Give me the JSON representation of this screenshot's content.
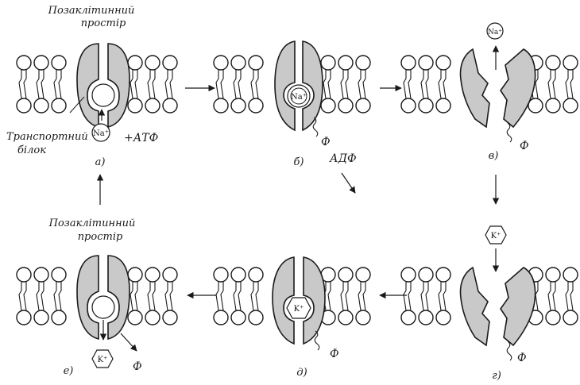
{
  "title_top": {
    "line1": "Позаклітинний",
    "line2": "простір"
  },
  "title_bottom": {
    "line1": "Позаклітинний",
    "line2": "простір"
  },
  "transport_protein": {
    "line1": "Транспортний",
    "line2": "білок"
  },
  "atp": "+АТФ",
  "adp": "АДФ",
  "phosphate": "Ф",
  "ions": {
    "na": "Na⁺",
    "k": "K⁺"
  },
  "stages": [
    "а)",
    "б)",
    "в)",
    "г)",
    "д)",
    "е)"
  ],
  "colors": {
    "protein_fill": "#c9c9c9",
    "stroke": "#1a1a1a",
    "background": "#ffffff"
  }
}
